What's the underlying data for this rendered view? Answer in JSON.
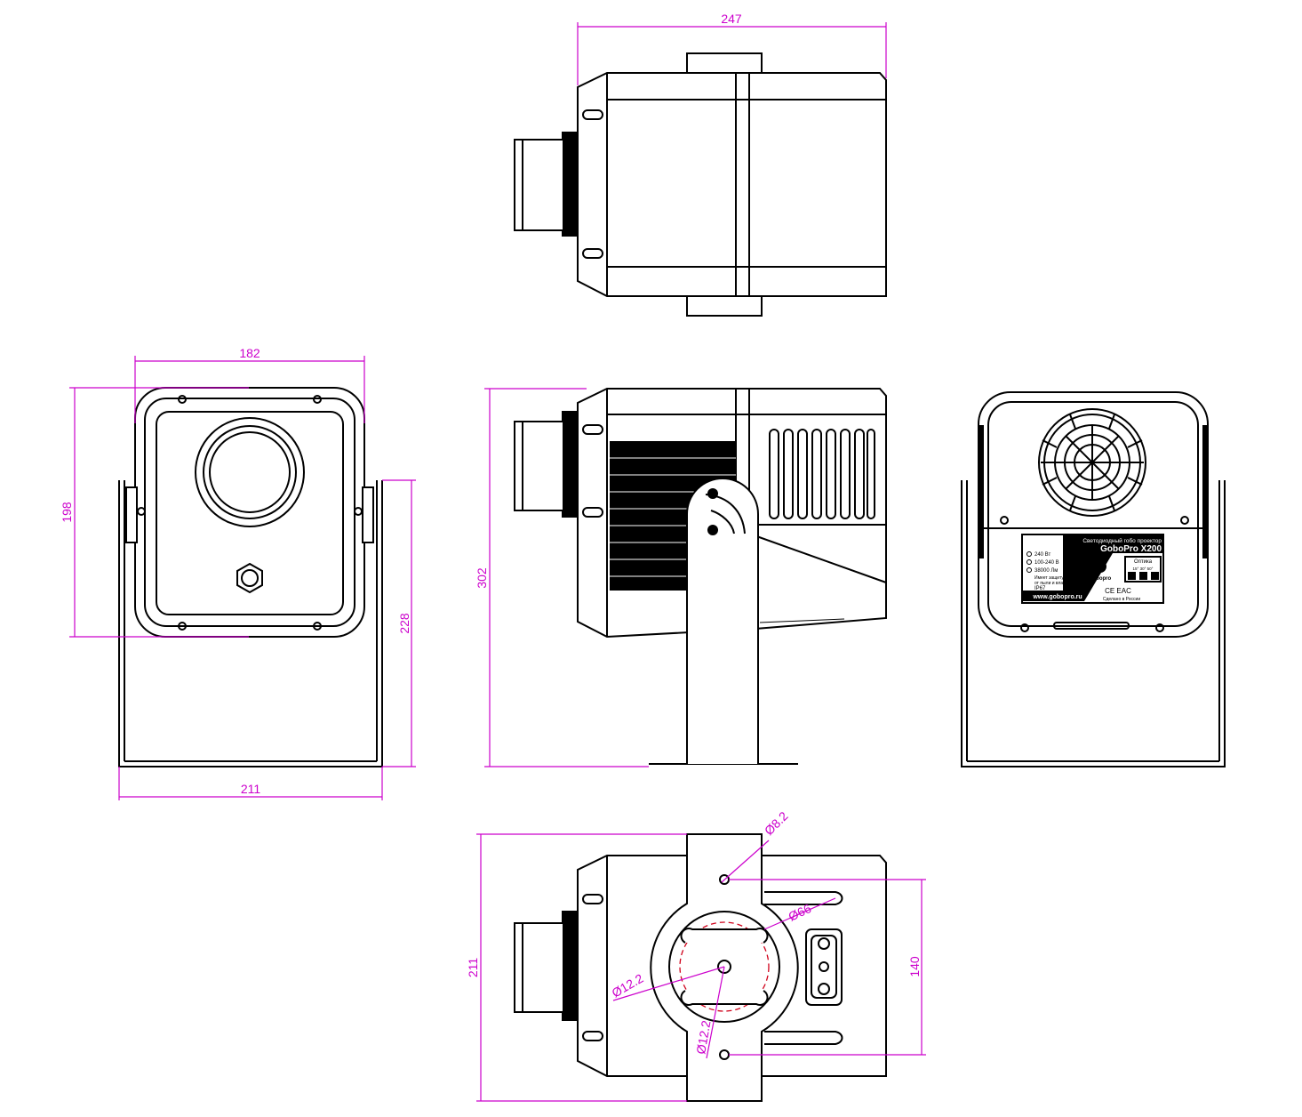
{
  "dimensions": {
    "top_width": "247",
    "front_width": "182",
    "front_height": "198",
    "stand_height": "228",
    "base_width": "211",
    "side_height": "302",
    "bottom_depth": "211",
    "hole_spacing": "140",
    "hole_small": "Ø8.2",
    "bore": "Ø66",
    "slot_a": "Ø12.2",
    "slot_b": "Ø12.2"
  },
  "label": {
    "title": "Светодиодный гобо проектор",
    "model": "GoboPro X200",
    "power": "240 Вт",
    "voltage": "100-240 В",
    "lumens": "38000 Лм",
    "protection_line1": "Имеет защиту",
    "protection_line2": "от пыли и влаги",
    "ip": "IP67",
    "optics_title": "Оптика",
    "optics_values": "15°  30°  50°",
    "website": "www.gobopro.ru",
    "brand": "gobopro",
    "made_in": "Сделано в России",
    "marks": "CE EAC"
  },
  "colors": {
    "dimension": "#cc00cc",
    "outline": "#000000",
    "hidden_circle": "#d0021b"
  }
}
